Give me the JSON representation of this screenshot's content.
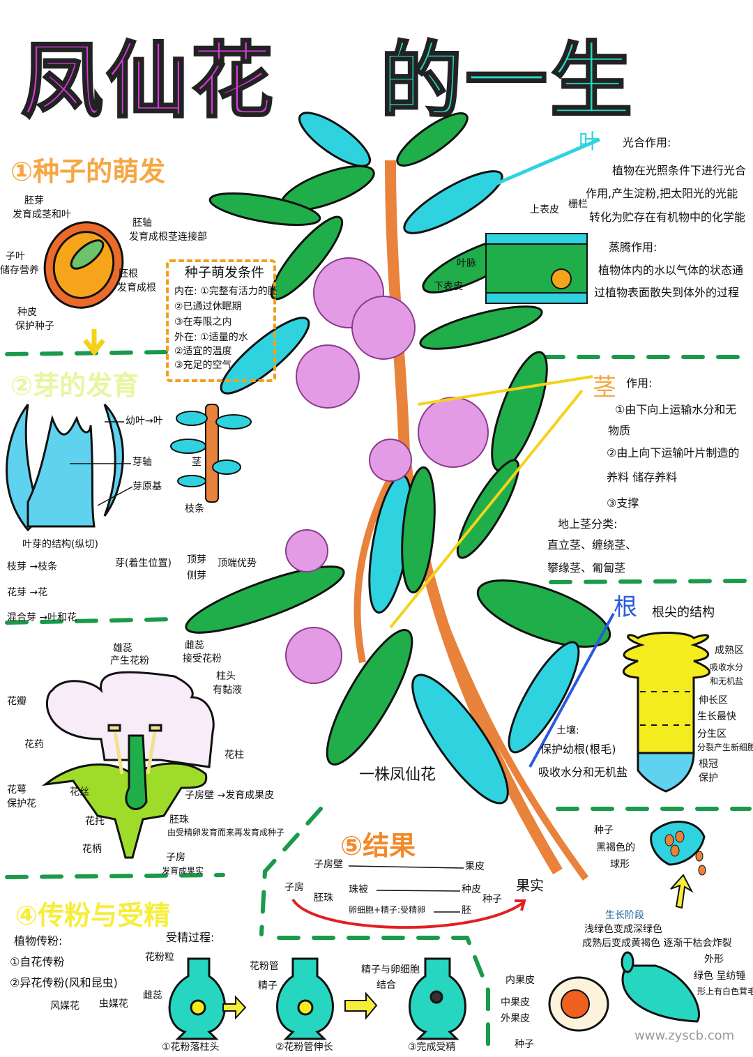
{
  "title": {
    "part1": "凤仙花",
    "part2": "的一生"
  },
  "colors": {
    "title_magenta": "#d23ad8",
    "title_cyan": "#27d6c0",
    "leaf_green": "#1fae4a",
    "leaf_cyan": "#2fd3e0",
    "stem_orange": "#e9823a",
    "flower_pink": "#e49be6",
    "section_orange": "#f5a742",
    "section_yellow": "#f5ee3a",
    "root_yellow": "#f4ec1e"
  },
  "seed": {
    "heading": "①种子的萌发",
    "plumule": "胚芽",
    "plumule_desc": "发育成茎和叶",
    "hypocotyl": "胚轴",
    "hypocotyl_desc": "发育成根茎连接部",
    "cotyledon": "子叶",
    "cotyledon_desc": "储存营养",
    "radicle": "胚根",
    "radicle_desc": "发育成根",
    "coat": "种皮",
    "coat_desc": "保护种子",
    "conditions": {
      "title": "种子萌发条件",
      "lines": [
        "内在: ①完整有活力的胚",
        "②已通过休眠期",
        "③在寿限之内",
        "外在: ①适量的水",
        "②适宜的温度",
        "③充足的空气"
      ]
    }
  },
  "bud": {
    "heading": "②芽的发育",
    "young_leaf": "幼叶→叶",
    "bud_axis": "芽轴",
    "stem": "茎",
    "primordium": "芽原基",
    "branch": "枝条",
    "caption": "叶芽的结构(纵切)",
    "types": [
      "枝芽 →枝条",
      "花芽 →花",
      "混合芽 →叶和花"
    ],
    "position": "芽(着生位置)",
    "terminal": "顶芽",
    "lateral": "侧芽",
    "dominance": "顶端优势"
  },
  "leaf": {
    "heading": "叶",
    "photo_title": "光合作用:",
    "photo_lines": [
      "植物在光照条件下进行光合",
      "作用,产生淀粉,把太阳光的光能",
      "转化为贮存在有机物中的化学能"
    ],
    "upper": "上表皮",
    "palisade": "栅栏",
    "vein": "叶脉",
    "lower": "下表皮",
    "transp_title": "蒸腾作用:",
    "transp_lines": [
      "植物体内的水以气体的状态通",
      "过植物表面散失到体外的过程"
    ]
  },
  "stem": {
    "heading": "茎",
    "func_title": "作用:",
    "func_lines": [
      "①由下向上运输水分和无",
      "物质",
      "②由上向下运输叶片制造的",
      "养料 储存养料",
      "③支撑"
    ],
    "class_title": "地上茎分类:",
    "class_lines": [
      "直立茎、缠绕茎、",
      "攀缘茎、匍匐茎"
    ]
  },
  "root": {
    "heading": "根",
    "tip_title": "根尖的结构",
    "zones": [
      "成熟区",
      "吸收水分",
      "和无机盐",
      "伸长区",
      "生长最快",
      "分生区",
      "分裂产生新细胞",
      "根冠",
      "保护"
    ],
    "soil_title": "土壤:",
    "soil_lines": [
      "保护幼根(根毛)",
      "吸收水分和无机盐"
    ]
  },
  "plant_caption": "一株凤仙花",
  "flower": {
    "stamen": "雄蕊",
    "stamen_desc": "产生花粉",
    "pistil": "雌蕊",
    "pistil_desc": "接受花粉",
    "stigma": "柱头",
    "stigma_desc": "有黏液",
    "petal": "花瓣",
    "anther": "花药",
    "style": "花柱",
    "sepal": "花萼",
    "sepal_desc": "保护花",
    "filament": "花丝",
    "ovary_wall": "子房壁 →发育成果皮",
    "receptacle": "花托",
    "ovule": "胚珠",
    "ovule_desc": "由受精卵发育而来再发育成种子",
    "pedicel": "花柄",
    "ovary": "子房",
    "ovary_desc": "发育成果实"
  },
  "pollination": {
    "heading": "④传粉与受精",
    "title": "植物传粉:",
    "lines": [
      "①自花传粉",
      "②异花传粉(风和昆虫)"
    ],
    "wind": "风媒花",
    "insect": "虫媒花",
    "process_title": "受精过程:",
    "pollen": "花粉粒",
    "pistil": "雌蕊",
    "step1": "①花粉落柱头",
    "tube": "花粉管",
    "sperm": "精子",
    "step2": "②花粉管伸长",
    "union": "精子与卵细胞",
    "union2": "结合",
    "step3": "③完成受精"
  },
  "fruiting": {
    "heading": "⑤结果",
    "ovary": "子房",
    "ovary_wall": "子房壁",
    "pericarp": "果皮",
    "ovule": "胚珠",
    "integument": "珠被",
    "seed_coat": "种皮",
    "zygote": "卵细胞+精子:受精卵",
    "embryo": "胚",
    "seed": "种子",
    "fruit": "果实"
  },
  "fruit": {
    "seed_title": "种子",
    "seed_desc": [
      "黑褐色的",
      "球形"
    ],
    "growth_title": "生长阶段",
    "growth_lines": [
      "浅绿色变成深绿色",
      "成熟后变成黄褐色 逐渐干枯会炸裂"
    ],
    "shape_title": "外形",
    "shape_lines": [
      "绿色 呈纺锤",
      "形上有白色茸毛"
    ],
    "endocarp": "内果皮",
    "mesocarp": "中果皮",
    "exocarp": "外果皮",
    "seed": "种子"
  },
  "watermark": "www.zyscb.com"
}
